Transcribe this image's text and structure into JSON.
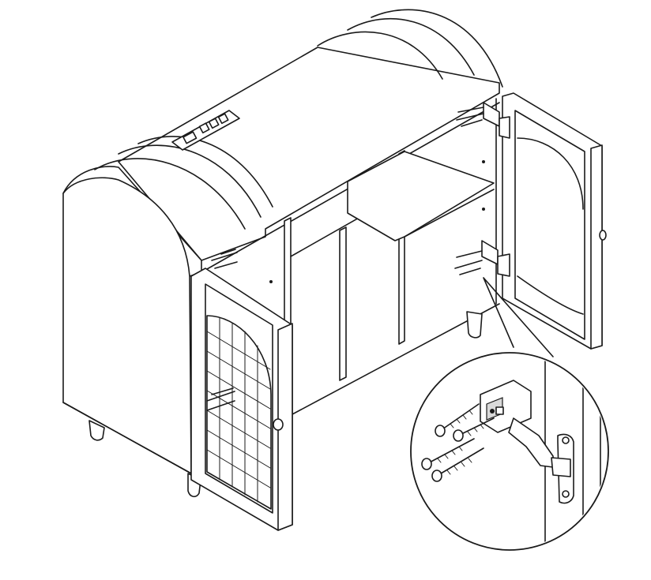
{
  "figure": {
    "kind": "assembly-instruction-illustration",
    "subject": "cabinet-door-hinge-installation",
    "line_color": "#1a1a1a",
    "background": "#ffffff"
  },
  "parts": {
    "cabinet": [
      "arched-top",
      "left-side-panel",
      "right-side-panel",
      "center-divider",
      "shelf",
      "legs",
      "power-outlet-strip"
    ],
    "doors": [
      "left-door-woven-arch",
      "right-door-arch"
    ],
    "hardware": [
      "hinge",
      "screw"
    ]
  },
  "callout": {
    "detail": "hinge-and-screws-close-up",
    "screw_count": 4
  }
}
